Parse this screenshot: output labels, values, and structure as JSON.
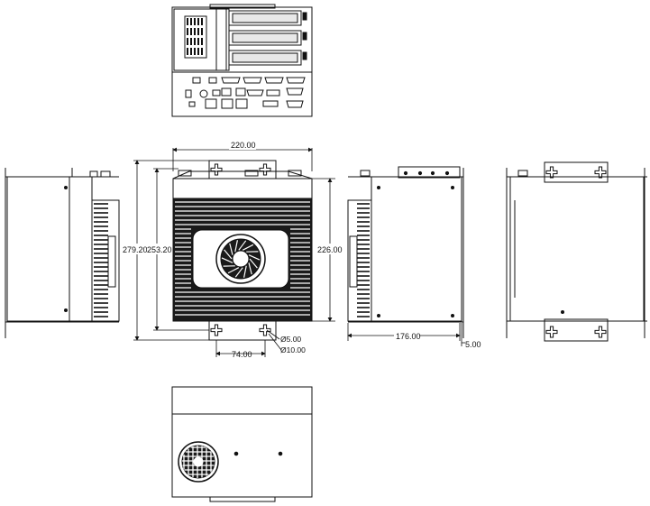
{
  "colors": {
    "line": "#111111",
    "fill": "#ffffff",
    "dark": "#1a1a1a",
    "slot": "#cfcfcf"
  },
  "dimensions": {
    "width": "220.00",
    "height_outer": "279.20",
    "height_inner": "253.20",
    "height_body": "226.00",
    "depth": "176.00",
    "mount_spacing": "74.00",
    "hole_small": "Ø5.00",
    "hole_large": "Ø10.00",
    "side_offset": "5.00"
  },
  "views": {
    "top": "front-io-panel-view",
    "left": "left-side-view",
    "center": "front-fan-view",
    "right": "right-side-view",
    "far_right": "rear-view",
    "bottom": "bottom-view"
  },
  "icons": [
    "fan-icon",
    "mounting-bracket-icon",
    "db9-connector-icon",
    "usb-port-icon",
    "rj45-port-icon"
  ]
}
